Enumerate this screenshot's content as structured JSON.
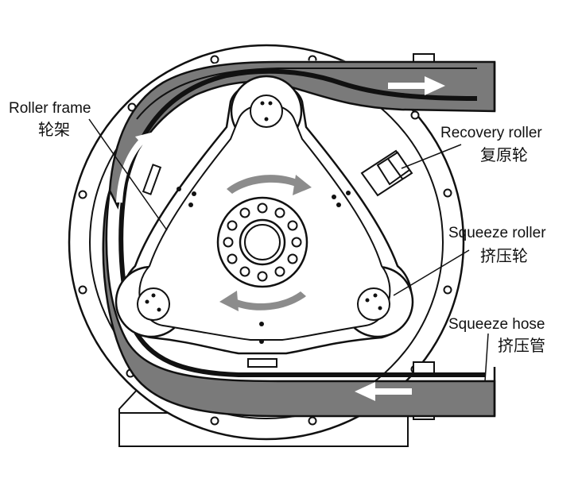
{
  "labels": {
    "roller_frame": {
      "en": "Roller frame",
      "zh": "轮架"
    },
    "recovery_roller": {
      "en": "Recovery roller",
      "zh": "复原轮"
    },
    "squeeze_roller": {
      "en": "Squeeze roller",
      "zh": "挤压轮"
    },
    "squeeze_hose": {
      "en": "Squeeze hose",
      "zh": "挤压管"
    }
  },
  "colors": {
    "outline": "#111111",
    "hose_fill": "#7a7a7a",
    "arrow_gray": "#8c8c8c",
    "arrow_white": "#ffffff",
    "background": "#ffffff"
  }
}
